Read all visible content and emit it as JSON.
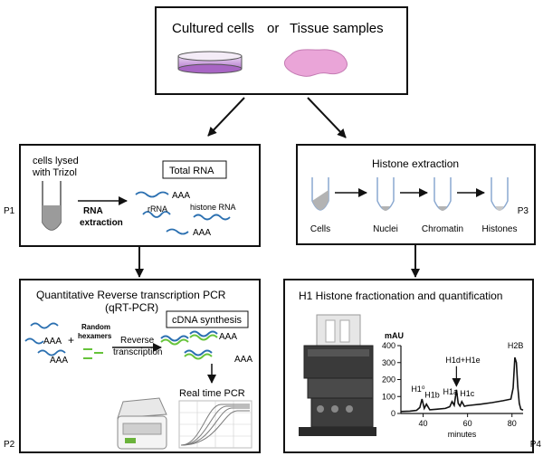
{
  "top": {
    "title_a": "Cultured cells",
    "title_or": "or",
    "title_b": "Tissue samples"
  },
  "p1": {
    "label": "P1",
    "lysed_line1": "cells lysed",
    "lysed_line2": "with Trizol",
    "rna_extraction_line1": "RNA",
    "rna_extraction_line2": "extraction",
    "total_rna": "Total RNA",
    "aaa": "AAA",
    "rrna": "rRNA",
    "histone_rna": "histone RNA"
  },
  "p2": {
    "label": "P2",
    "title_line1": "Quantitative Reverse transcription PCR",
    "title_line2": "(qRT-PCR)",
    "aaa": "AAA",
    "plus": "+",
    "random_line1": "Random",
    "random_line2": "hexamers",
    "rt_line1": "Reverse",
    "rt_line2": "transcription",
    "cdna_synthesis": "cDNA synthesis",
    "real_time_pcr": "Real time PCR"
  },
  "p3": {
    "label": "P3",
    "title": "Histone extraction",
    "steps": [
      "Cells",
      "Nuclei",
      "Chromatin",
      "Histones"
    ]
  },
  "p4": {
    "label": "P4",
    "title": "H1 Histone fractionation and quantification"
  },
  "chart_data": {
    "type": "line",
    "ylabel": "mAU",
    "xlabel": "minutes",
    "xlim": [
      30,
      85
    ],
    "ylim": [
      0,
      400
    ],
    "x_ticks": [
      40,
      60,
      80
    ],
    "y_ticks": [
      0,
      100,
      200,
      300,
      400
    ],
    "peak_labels": [
      "H1⁰",
      "H1b",
      "H1a",
      "H1d+H1e",
      "H1c",
      "H2B"
    ],
    "series": [
      {
        "x": [
          30,
          34,
          37,
          38.5,
          39.5,
          40.5,
          41.5,
          43,
          46,
          50,
          52,
          53,
          54,
          55,
          55.8,
          56.6,
          57.4,
          58.6,
          59.6,
          61,
          66,
          71,
          76,
          79.5,
          80.5,
          81.3,
          82,
          82.6,
          83.3,
          84,
          85
        ],
        "y": [
          12,
          14,
          18,
          35,
          85,
          30,
          55,
          22,
          25,
          30,
          40,
          70,
          48,
          140,
          60,
          44,
          70,
          42,
          46,
          48,
          55,
          64,
          75,
          85,
          150,
          330,
          300,
          160,
          60,
          25,
          20
        ]
      }
    ]
  }
}
